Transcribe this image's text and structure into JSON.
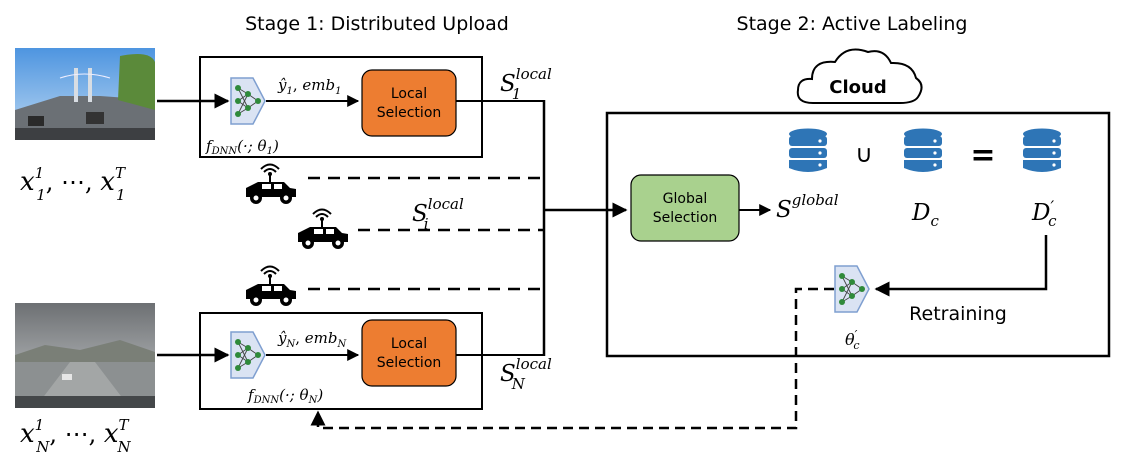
{
  "stage1": {
    "title": "Stage 1: Distributed Upload"
  },
  "stage2": {
    "title": "Stage 2: Active Labeling"
  },
  "cloud": {
    "label": "Cloud"
  },
  "top_branch": {
    "input_label": {
      "base": "x",
      "sup1": "1",
      "sub1": "1",
      "sep": ", ⋯, ",
      "supT": "T",
      "subT": "1"
    },
    "dnn_output": {
      "y": "ŷ",
      "ysub": "1",
      "emb": "emb",
      "embsub": "1"
    },
    "selection_line1": "Local",
    "selection_line2": "Selection",
    "model_label": {
      "f": "f",
      "fsub": "DNN",
      "args": "(·; θ",
      "argsub": "1",
      "close": ")"
    },
    "output": {
      "base": "S",
      "sup": "local",
      "sub": "1"
    }
  },
  "middle": {
    "output": {
      "base": "S",
      "sup": "local",
      "sub": "i"
    }
  },
  "bottom_branch": {
    "input_label": {
      "base": "x",
      "sup1": "1",
      "sub1": "N",
      "sep": ", ⋯, ",
      "supT": "T",
      "subT": "N"
    },
    "dnn_output": {
      "y": "ŷ",
      "ysub": "N",
      "emb": "emb",
      "embsub": "N"
    },
    "selection_line1": "Local",
    "selection_line2": "Selection",
    "model_label": {
      "f": "f",
      "fsub": "DNN",
      "args": "(·; θ",
      "argsub": "N",
      "close": ")"
    },
    "output": {
      "base": "S",
      "sup": "local",
      "sub": "N"
    }
  },
  "global": {
    "selection_line1": "Global",
    "selection_line2": "Selection",
    "output": {
      "base": "S",
      "sup": "global"
    }
  },
  "datasets": {
    "union_symbol": "∪",
    "equals_symbol": "=",
    "dc": {
      "base": "D",
      "sub": "c"
    },
    "dc_prime": {
      "base": "D",
      "prime": "′",
      "sub": "c"
    }
  },
  "retraining": {
    "label": "Retraining"
  },
  "cloud_model": {
    "base": "θ",
    "prime": "′",
    "sub": "c"
  },
  "colors": {
    "local_selection": "#ed7d31",
    "global_selection": "#a9d18e",
    "database": "#2e75b6",
    "dnn_fill": "#dae3f3"
  }
}
